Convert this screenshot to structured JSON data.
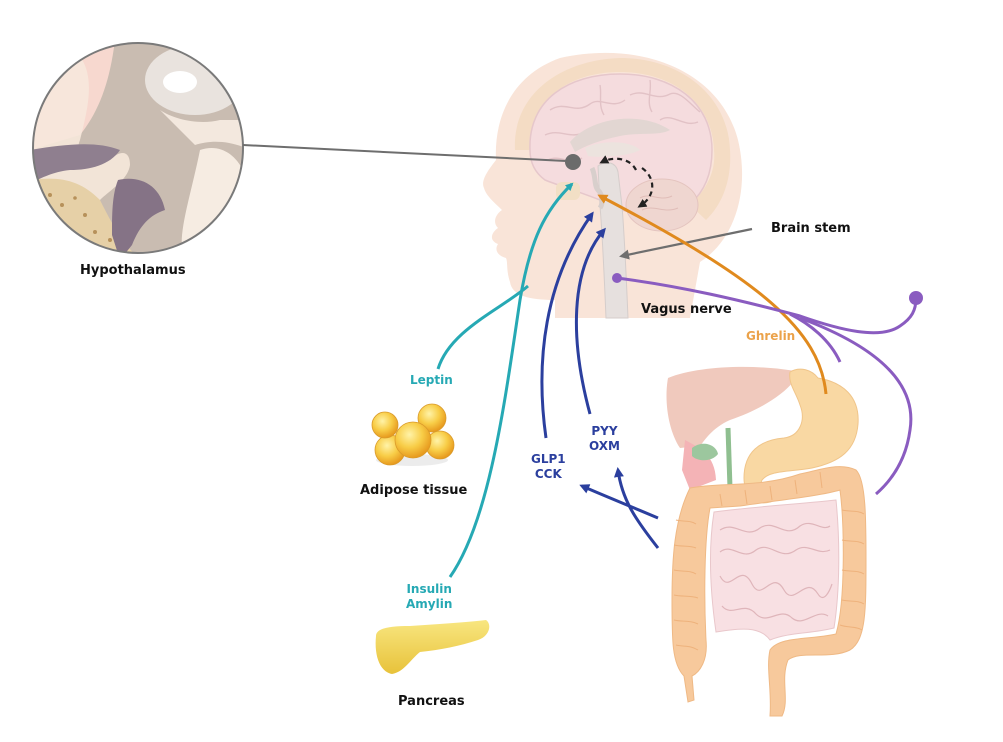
{
  "title": "Gut-brain appetite hormone signaling",
  "labels": {
    "hypothalamus": "Hypothalamus",
    "brain_stem": "Brain stem",
    "vagus_nerve": "Vagus nerve",
    "adipose_tissue": "Adipose tissue",
    "pancreas": "Pancreas"
  },
  "hormones": {
    "leptin": "Leptin",
    "insulin": "Insulin",
    "amylin": "Amylin",
    "glp1": "GLP1",
    "cck": "CCK",
    "pyy": "PYY",
    "oxm": "OXM",
    "ghrelin": "Ghrelin"
  },
  "colors": {
    "teal_pathway": "#26a9b4",
    "blue_pathway": "#2b3f9e",
    "orange_pathway": "#e08a1e",
    "vagus_purple": "#8a5cc0",
    "pointer_gray": "#6e6e6e",
    "head_skin": "#f8e2d6",
    "brain": "#f3dcdc",
    "gut_orange": "#f7c99c",
    "stomach": "#f9d9a2",
    "fat_yellow": "#f5c23a",
    "pancreas_yellow": "#f4d55a"
  }
}
